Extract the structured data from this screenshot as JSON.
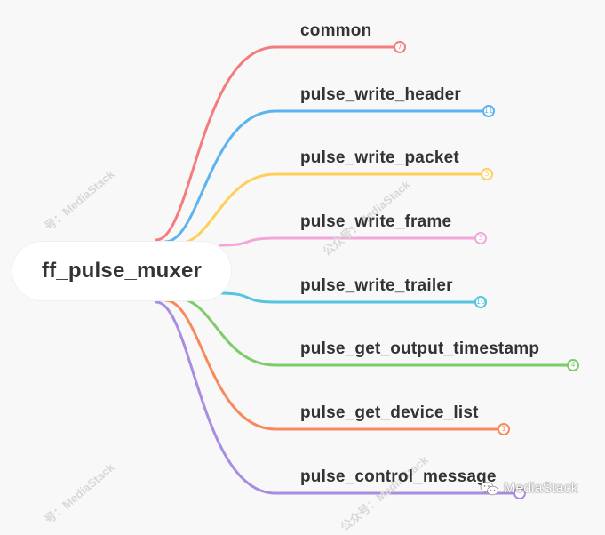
{
  "root": {
    "label": "ff_pulse_muxer"
  },
  "branches": [
    {
      "label": "common",
      "count": "7",
      "color": "#f47c7c"
    },
    {
      "label": "pulse_write_header",
      "count": "11",
      "color": "#5cb3ee"
    },
    {
      "label": "pulse_write_packet",
      "count": "3",
      "color": "#ffcf5c"
    },
    {
      "label": "pulse_write_frame",
      "count": "3",
      "color": "#f2a6d9"
    },
    {
      "label": "pulse_write_trailer",
      "count": "10",
      "color": "#56c4e0"
    },
    {
      "label": "pulse_get_output_timestamp",
      "count": "4",
      "color": "#7ccc6a"
    },
    {
      "label": "pulse_get_device_list",
      "count": "1",
      "color": "#f78a5c"
    },
    {
      "label": "pulse_control_message",
      "count": "",
      "color": "#a98de0"
    }
  ],
  "watermark": {
    "text_a": "号：MediaStack",
    "text_b": "公众号：MediaStack"
  },
  "brand": {
    "label": "MediaStack",
    "icon": "wechat-icon"
  }
}
